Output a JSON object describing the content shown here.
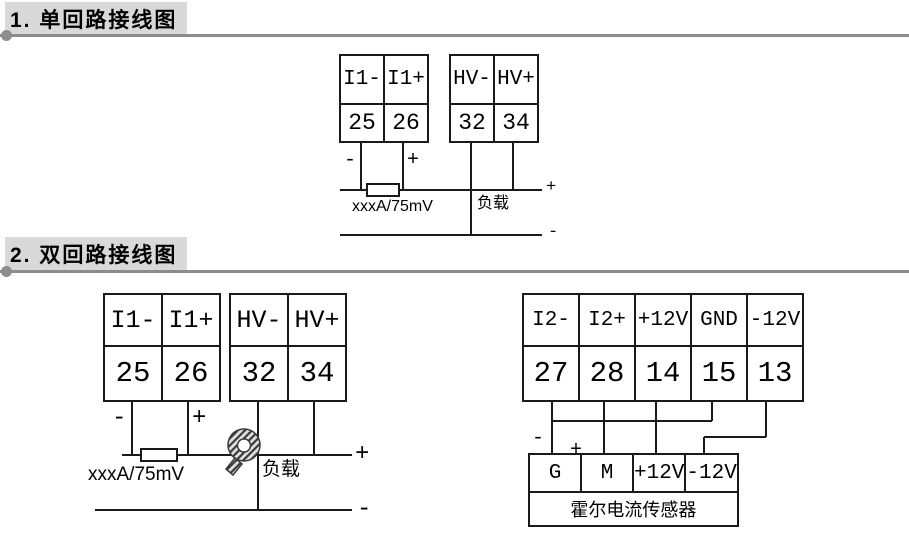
{
  "section1": {
    "title": "1. 单回路接线图",
    "block_i1": {
      "labels": [
        "I1-",
        "I1+"
      ],
      "numbers": [
        "25",
        "26"
      ]
    },
    "block_hv": {
      "labels": [
        "HV-",
        "HV+"
      ],
      "numbers": [
        "32",
        "34"
      ]
    },
    "wire": {
      "minus": "-",
      "plus": "+",
      "out_plus": "+",
      "out_minus": "-"
    },
    "shunt_label": "xxxA/75mV",
    "load_label": "负载"
  },
  "section2": {
    "title": "2. 双回路接线图",
    "block_i1": {
      "labels": [
        "I1-",
        "I1+"
      ],
      "numbers": [
        "25",
        "26"
      ]
    },
    "block_hv": {
      "labels": [
        "HV-",
        "HV+"
      ],
      "numbers": [
        "32",
        "34"
      ]
    },
    "block_i2": {
      "labels": [
        "I2-",
        "I2+",
        "+12V",
        "GND",
        "-12V"
      ],
      "numbers": [
        "27",
        "28",
        "14",
        "15",
        "13"
      ]
    },
    "wire": {
      "minus": "-",
      "plus": "+",
      "out_plus": "+",
      "out_minus": "-",
      "sensor_minus": "-",
      "sensor_plus": "+"
    },
    "shunt_label": "xxxA/75mV",
    "load_label": "负载",
    "sensor": {
      "terminals": [
        "G",
        "M",
        "+12V",
        "-12V"
      ],
      "name": "霍尔电流传感器"
    }
  },
  "colors": {
    "wire": "#1a1a1a",
    "divider": "#8c8c8c",
    "title_bg": "#d9d9d9"
  }
}
